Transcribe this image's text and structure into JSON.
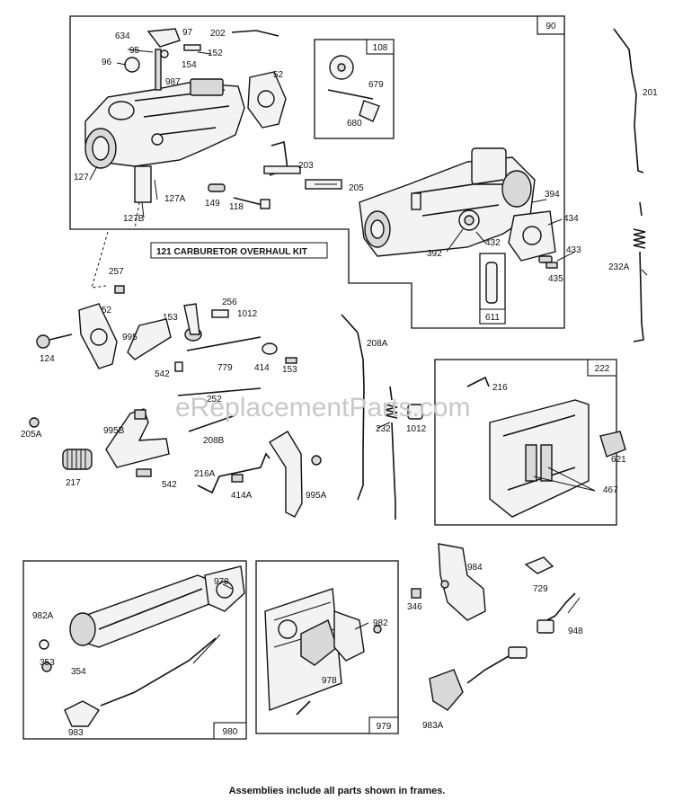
{
  "caption": "Assemblies include all parts shown in frames.",
  "watermark": "eReplacementParts.com",
  "kit_label": "121   CARBURETOR OVERHAUL KIT",
  "frames": {
    "f90": "90",
    "f108": "108",
    "f611": "611",
    "f222": "222",
    "f980": "980",
    "f979": "979"
  },
  "labels": {
    "l634": "634",
    "l97": "97",
    "l202": "202",
    "l95": "95",
    "l152": "152",
    "l96": "96",
    "l154": "154",
    "l987": "987",
    "l52a": "52",
    "l127": "127",
    "l127A": "127A",
    "l127B": "127B",
    "l149": "149",
    "l118": "118",
    "l203": "203",
    "l205": "205",
    "l679": "679",
    "l680": "680",
    "l394": "394",
    "l434": "434",
    "l392": "392",
    "l432": "432",
    "l433": "433",
    "l435": "435",
    "l201": "201",
    "l232A": "232A",
    "l257": "257",
    "l52b": "52",
    "l124": "124",
    "l995": "995",
    "l153a": "153",
    "l256": "256",
    "l1012a": "1012",
    "l542a": "542",
    "l779": "779",
    "l414": "414",
    "l153b": "153",
    "l252": "252",
    "l208A": "208A",
    "l205A": "205A",
    "l995B": "995B",
    "l208B": "208B",
    "l217": "217",
    "l542b": "542",
    "l216A": "216A",
    "l414A": "414A",
    "l995A": "995A",
    "l232": "232",
    "l1012b": "1012",
    "l216": "216",
    "l621": "621",
    "l467": "467",
    "l978a": "978",
    "l982A": "982A",
    "l353": "353",
    "l354": "354",
    "l983": "983",
    "l982": "982",
    "l978b": "978",
    "l346": "346",
    "l984": "984",
    "l729": "729",
    "l948": "948",
    "l983A": "983A"
  },
  "colors": {
    "ink": "#111111",
    "paper": "#ffffff",
    "watermark": "#c8c8c8"
  }
}
